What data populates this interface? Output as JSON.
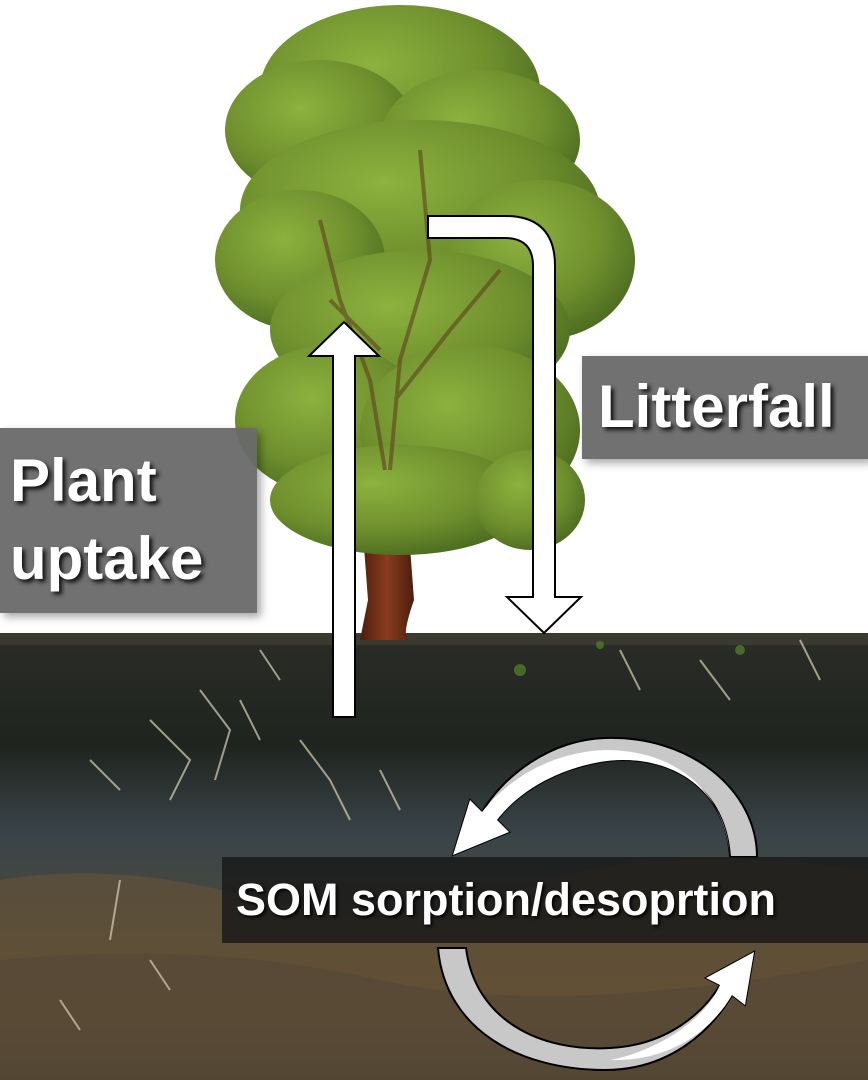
{
  "labels": {
    "litterfall": "Litterfall",
    "plant_uptake_line1": "Plant",
    "plant_uptake_line2": "uptake",
    "som": "SOM sorption/desoprtion"
  },
  "colors": {
    "label_box": "#686868",
    "soil_dark": "#1f241f",
    "soil_brown": "#5a4a32",
    "foliage": "#6f8f2e",
    "trunk": "#6b2e16",
    "arrow_fill": "#ffffff",
    "arrow_back": "#c8c8c8"
  }
}
